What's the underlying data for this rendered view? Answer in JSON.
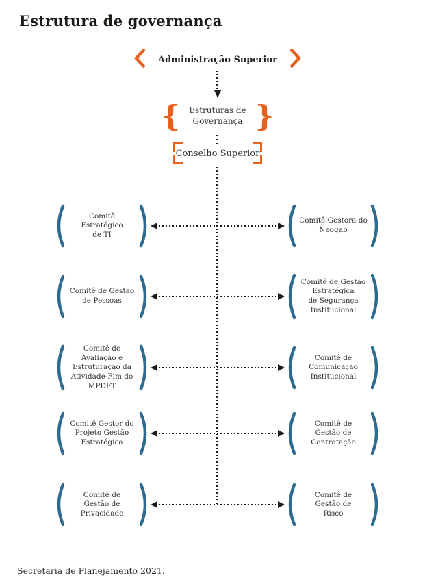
{
  "title": "Estrutura de governança",
  "flow": {
    "top_label": "Administração Superior",
    "governance_label": "Estruturas de\nGovernança",
    "council_label": "Conselho Superior"
  },
  "committees": {
    "rows": [
      {
        "left": "Comitê Estratégico\nde TI",
        "right": "Comitê Gestora do\nNeogab"
      },
      {
        "left": "Comitê de Gestão\nde Pessoas",
        "right": "Comitê de Gestão\nEstratégica\nde Segurança\nInstitucional"
      },
      {
        "left": "Comitê de\nAvaliação e\nEstruturação da\nAtividade-Fim do\nMPDFT",
        "right": "Comitê de\nComunicação\nInstitucional"
      },
      {
        "left": "Comitê Gestor do\nProjeto Gestão\nEstratégica",
        "right": "Comitê de\nGestão de\nContratação"
      },
      {
        "left": "Comitê de\nGestão de\nPrivacidade",
        "right": "Comitê de\nGestão de\nRisco"
      }
    ]
  },
  "icons": {
    "brace_open": "{",
    "brace_close": "}"
  },
  "footer": {
    "source": "Secretaria de Planejamento 2021."
  },
  "colors": {
    "accent_orange": "#e8611f",
    "paren_blue": "#2e6b90",
    "line_dark": "#1c1c1c",
    "text_dark": "#35332f"
  }
}
